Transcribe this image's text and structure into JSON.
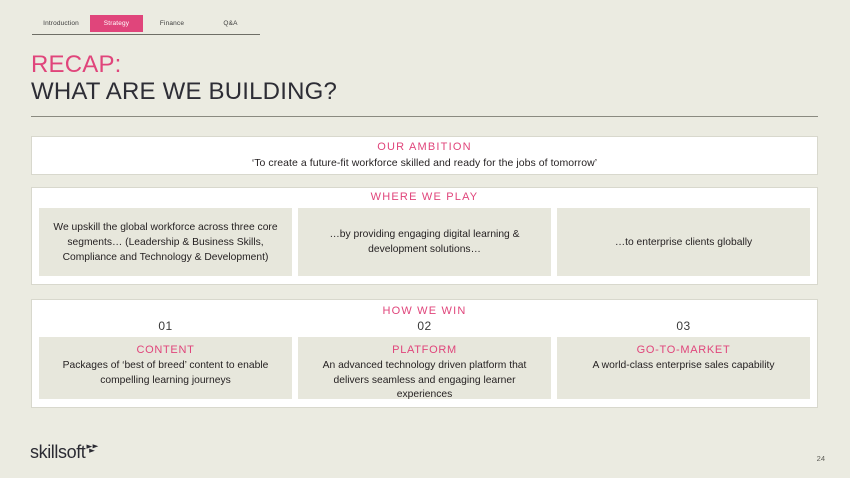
{
  "nav": {
    "tabs": [
      {
        "label": "Introduction",
        "active": false
      },
      {
        "label": "Strategy",
        "active": true
      },
      {
        "label": "Finance",
        "active": false
      },
      {
        "label": "Q&A",
        "active": false
      }
    ]
  },
  "title": {
    "line1": "RECAP:",
    "line2": "WHAT ARE WE BUILDING?"
  },
  "sections": {
    "ambition": {
      "heading": "OUR AMBITION",
      "text": "‘To create a future-fit workforce skilled and ready for the jobs of tomorrow’"
    },
    "where_we_play": {
      "heading": "WHERE WE PLAY",
      "cards": [
        {
          "text": "We upskill the global workforce across three core segments… (Leadership & Business Skills, Compliance and Technology & Development)"
        },
        {
          "text": "…by providing engaging digital learning & development solutions…"
        },
        {
          "text": "…to enterprise clients globally"
        }
      ]
    },
    "how_we_win": {
      "heading": "HOW WE WIN",
      "numbers": [
        "01",
        "02",
        "03"
      ],
      "cards": [
        {
          "title": "CONTENT",
          "body": "Packages of ‘best of breed’ content to enable compelling learning journeys"
        },
        {
          "title": "PLATFORM",
          "body": "An advanced technology driven platform that delivers seamless and engaging learner experiences"
        },
        {
          "title": "GO-TO-MARKET",
          "body": "A world-class enterprise sales capability"
        }
      ]
    }
  },
  "footer": {
    "logo_text": "skillsoft",
    "logo_mark": "skillsoft-arrows-icon",
    "page_number": "24"
  },
  "colors": {
    "accent": "#e0457b",
    "background": "#ebebe1",
    "card": "#e7e7dc",
    "panel": "#ffffff",
    "text": "#231f20"
  }
}
